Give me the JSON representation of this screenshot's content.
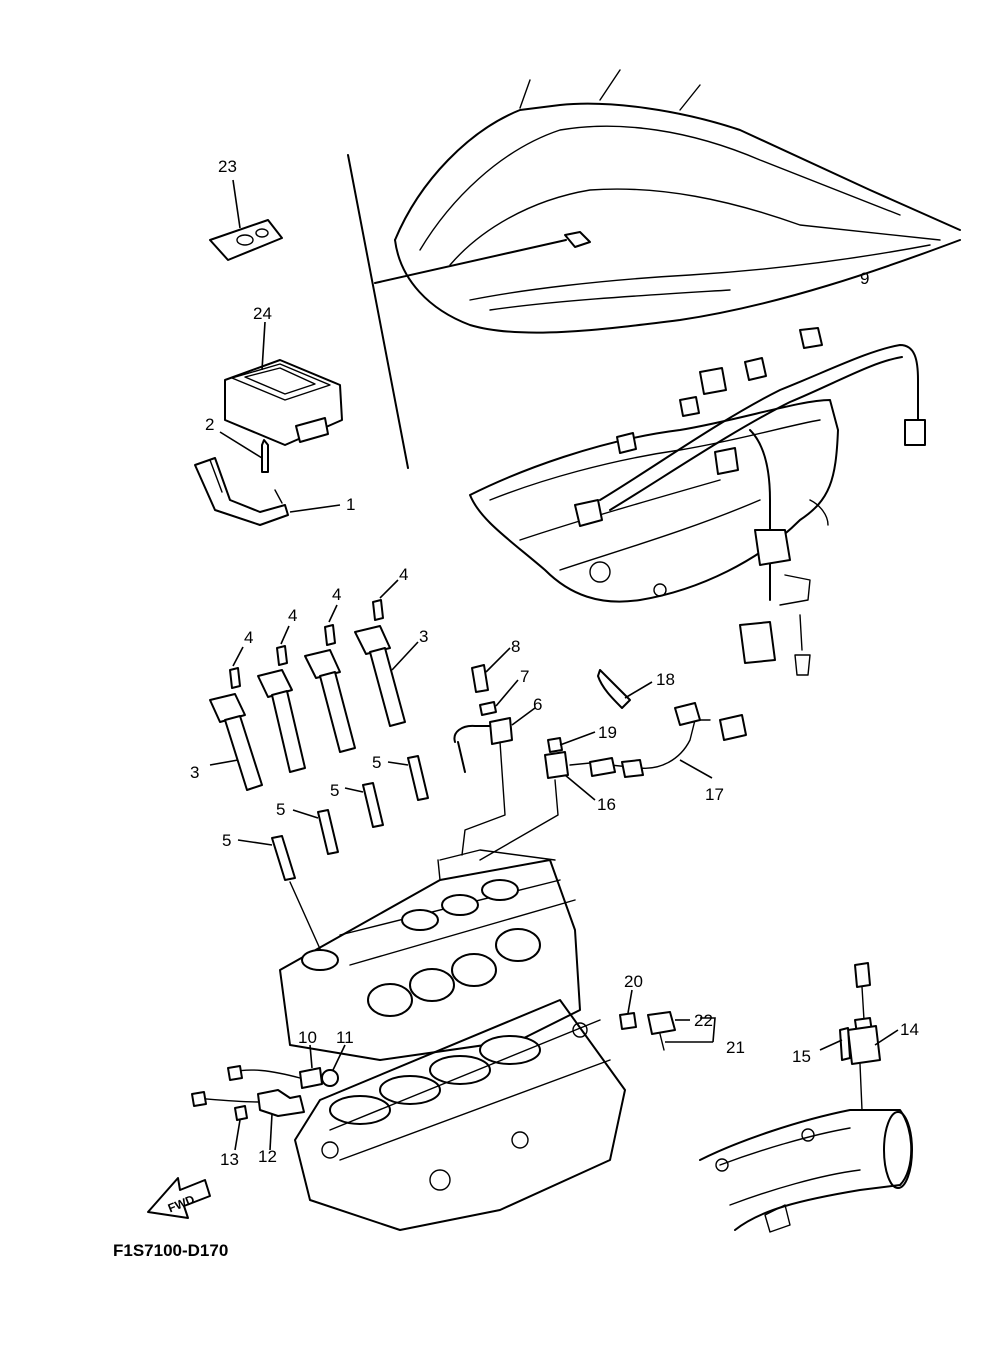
{
  "diagram": {
    "figure_code": "F1S7100-D170",
    "fwd_label": "FWD",
    "callouts": {
      "c1": "1",
      "c2": "2",
      "c3a": "3",
      "c3b": "3",
      "c4a": "4",
      "c4b": "4",
      "c4c": "4",
      "c4d": "4",
      "c5a": "5",
      "c5b": "5",
      "c5c": "5",
      "c5d": "5",
      "c6": "6",
      "c7": "7",
      "c8": "8",
      "c9": "9",
      "c10": "10",
      "c11": "11",
      "c12": "12",
      "c13": "13",
      "c14": "14",
      "c15": "15",
      "c16": "16",
      "c17": "17",
      "c18": "18",
      "c19": "19",
      "c20": "20",
      "c21": "21",
      "c22": "22",
      "c23": "23",
      "c24": "24"
    }
  }
}
